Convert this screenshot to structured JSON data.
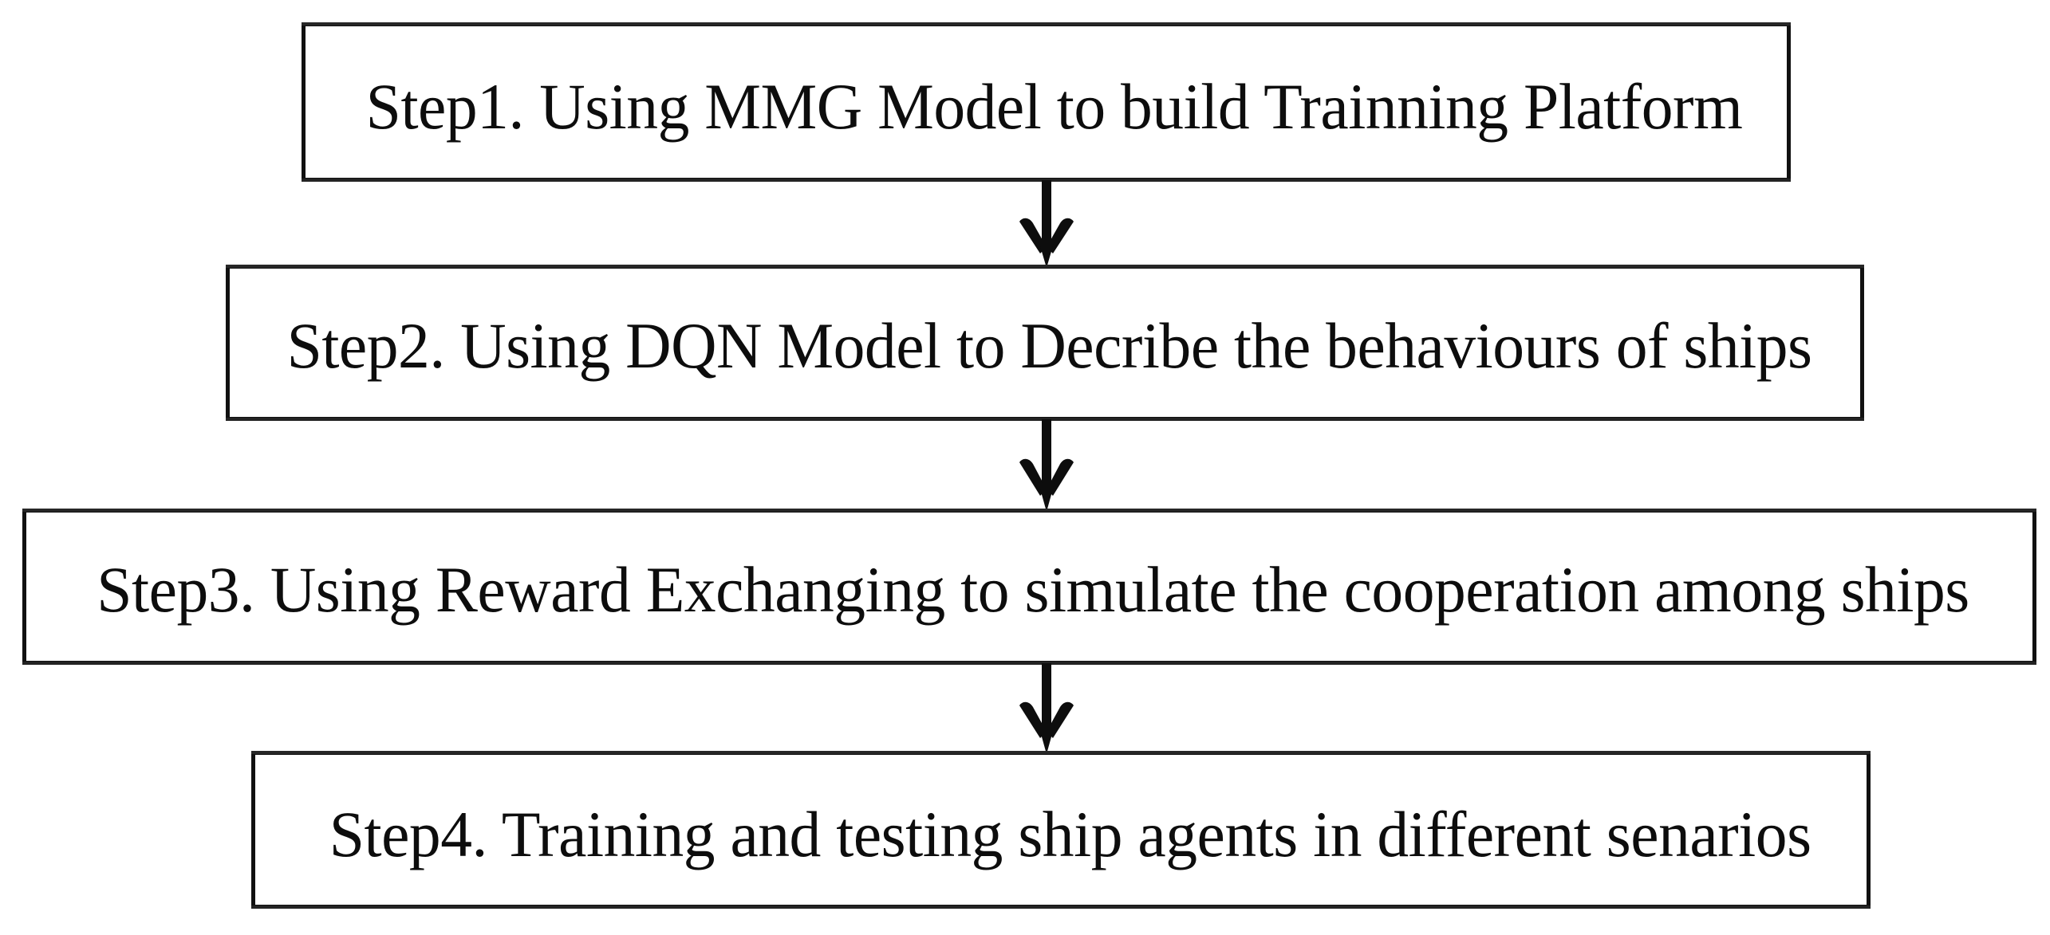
{
  "diagram": {
    "type": "flowchart",
    "orientation": "vertical",
    "background_color": "#ffffff",
    "stroke_color": "#111111",
    "text_color": "#0d0d0d",
    "steps": [
      {
        "id": "step-1",
        "label": "Step1. Using MMG Model to build Trainning Platform"
      },
      {
        "id": "step-2",
        "label": "Step2. Using DQN Model to Decribe the behaviours of ships"
      },
      {
        "id": "step-3",
        "label": "Step3. Using Reward Exchanging to simulate the cooperation among ships"
      },
      {
        "id": "step-4",
        "label": "Step4. Training and testing ship agents in different senarios"
      }
    ],
    "connectors": [
      {
        "id": "arrow-1",
        "from": "step-1",
        "to": "step-2",
        "icon": "down-arrow-icon"
      },
      {
        "id": "arrow-2",
        "from": "step-2",
        "to": "step-3",
        "icon": "down-arrow-icon"
      },
      {
        "id": "arrow-3",
        "from": "step-3",
        "to": "step-4",
        "icon": "down-arrow-icon"
      }
    ]
  }
}
